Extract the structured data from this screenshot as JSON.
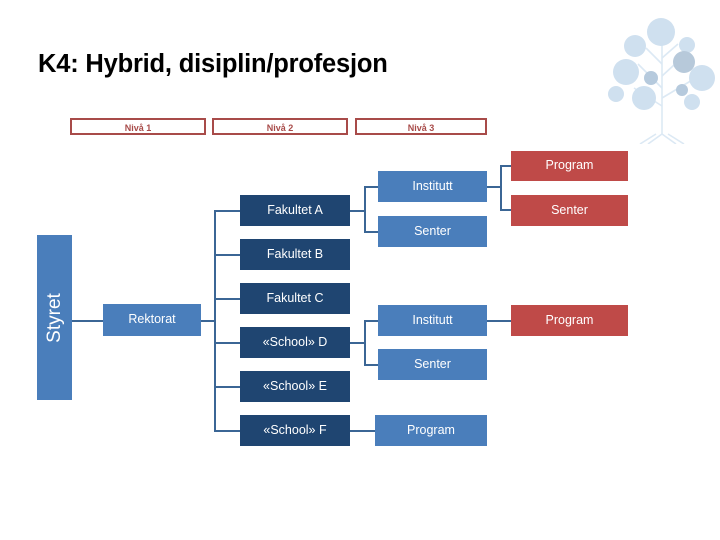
{
  "slide": {
    "title": "K4: Hybrid, disiplin/profesjon",
    "background": "#ffffff"
  },
  "colors": {
    "navy": "#1f4571",
    "blue": "#4a7ebb",
    "red": "#bf4a48",
    "level_border": "#a84b49",
    "connector": "#3b6695",
    "logo": "#cfe0ef"
  },
  "levels": [
    {
      "label": "Nivå 1"
    },
    {
      "label": "Nivå 2"
    },
    {
      "label": "Nivå 3"
    }
  ],
  "sidebar": {
    "label": "Styret"
  },
  "nodes": {
    "rektorat": "Rektorat",
    "fakultet_a": "Fakultet A",
    "fakultet_b": "Fakultet B",
    "fakultet_c": "Fakultet C",
    "school_d": "«School» D",
    "school_e": "«School» E",
    "school_f": "«School» F",
    "institutt_a": "Institutt",
    "senter_a": "Senter",
    "program_a": "Program",
    "senter_a2": "Senter",
    "institutt_d": "Institutt",
    "senter_d": "Senter",
    "program_d": "Program",
    "program_f": "Program"
  },
  "logo": {
    "name": "tree-logo"
  }
}
